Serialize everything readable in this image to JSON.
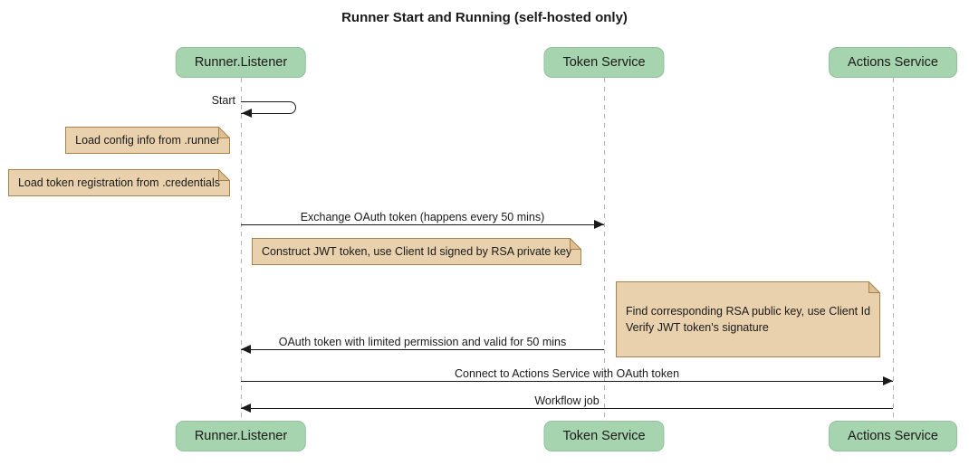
{
  "title": "Runner Start and Running (self-hosted only)",
  "participants": {
    "runner": "Runner.Listener",
    "token": "Token Service",
    "actions": "Actions Service"
  },
  "messages": {
    "start": "Start",
    "exchange": "Exchange OAuth token (happens every 50 mins)",
    "oauth_return": "OAuth token with limited permission and valid for 50 mins",
    "connect": "Connect to Actions Service with OAuth token",
    "workflow": "Workflow job"
  },
  "notes": {
    "load_config": "Load config info from .runner",
    "load_credentials": "Load token registration from .credentials",
    "construct_jwt": "Construct JWT token, use Client Id signed by RSA private key",
    "verify_jwt": "Find corresponding RSA public key, use Client Id\nVerify JWT token's signature"
  },
  "colors": {
    "participant_fill": "#A6D4AE",
    "participant_border": "#93C09D",
    "note_fill": "#E9D1AE",
    "note_border": "#A6824C",
    "note_fold": "#DCC094",
    "lifeline": "#B3B3B3",
    "text": "#1A1A1A"
  }
}
